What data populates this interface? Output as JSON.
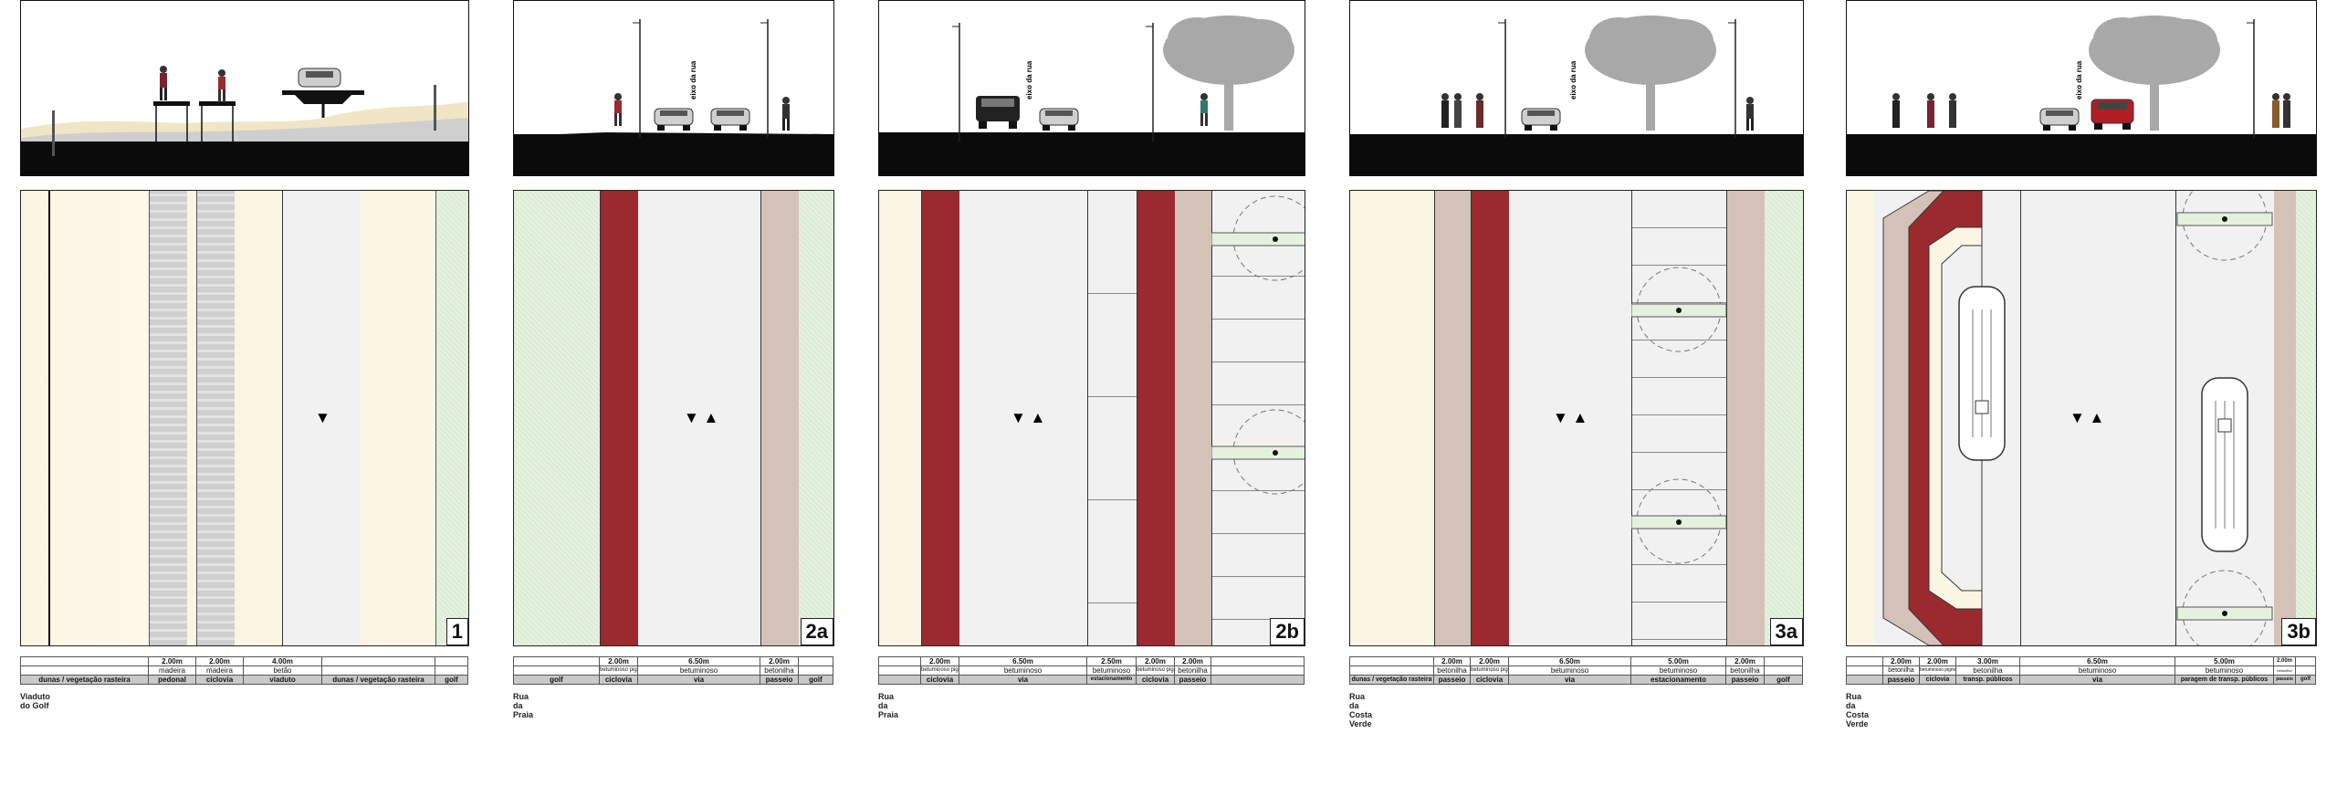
{
  "panels": [
    {
      "number": "1",
      "street": "Viaduto do Golf",
      "arrows": "▼",
      "cols": [
        {
          "w": "",
          "m": "",
          "u": "dunas / vegetação rasteira"
        },
        {
          "w": "2.00m",
          "m": "madeira",
          "u": "pedonal"
        },
        {
          "w": "2.00m",
          "m": "madeira",
          "u": "ciclovia"
        },
        {
          "w": "4.00m",
          "m": "betão",
          "u": "viaduto"
        },
        {
          "w": "",
          "m": "",
          "u": "dunas / vegetação rasteira"
        },
        {
          "w": "",
          "m": "",
          "u": "golf"
        }
      ]
    },
    {
      "number": "2a",
      "street": "Rua da Praia",
      "arrows": "▼ ▲",
      "cols": [
        {
          "w": "",
          "m": "",
          "u": "golf"
        },
        {
          "w": "2.00m",
          "m": "betuminoso pigmentado",
          "u": "ciclovia"
        },
        {
          "w": "6.50m",
          "m": "betuminoso",
          "u": "via"
        },
        {
          "w": "2.00m",
          "m": "betonilha",
          "u": "passeio"
        },
        {
          "w": "",
          "m": "",
          "u": "golf"
        }
      ]
    },
    {
      "number": "2b",
      "street": "Rua da Praia",
      "arrows": "▼ ▲",
      "cols": [
        {
          "w": "",
          "m": "",
          "u": ""
        },
        {
          "w": "2.00m",
          "m": "betuminoso pigmentado",
          "u": "ciclovia"
        },
        {
          "w": "6.50m",
          "m": "betuminoso",
          "u": "via"
        },
        {
          "w": "2.50m",
          "m": "betuminoso",
          "u": "estacionamento"
        },
        {
          "w": "2.00m",
          "m": "betuminoso pigmentado",
          "u": "ciclovia"
        },
        {
          "w": "2.00m",
          "m": "betonilha",
          "u": "passeio"
        },
        {
          "w": "",
          "m": "",
          "u": ""
        }
      ]
    },
    {
      "number": "3a",
      "street": "Rua da Costa Verde",
      "arrows": "▼ ▲",
      "cols": [
        {
          "w": "",
          "m": "",
          "u": "dunas / vegetação rasteira"
        },
        {
          "w": "2.00m",
          "m": "betonilha",
          "u": "passeio"
        },
        {
          "w": "2.00m",
          "m": "betuminoso pigmentado",
          "u": "ciclovia"
        },
        {
          "w": "6.50m",
          "m": "betuminoso",
          "u": "via"
        },
        {
          "w": "5.00m",
          "m": "betuminoso",
          "u": "estacionamento"
        },
        {
          "w": "2.00m",
          "m": "betonilha",
          "u": "passeio"
        },
        {
          "w": "",
          "m": "",
          "u": "golf"
        }
      ]
    },
    {
      "number": "3b",
      "street": "Rua da Costa Verde",
      "arrows": "▼ ▲",
      "cols": [
        {
          "w": "",
          "m": "",
          "u": ""
        },
        {
          "w": "2.00m",
          "m": "betonilha",
          "u": "passeio"
        },
        {
          "w": "2.00m",
          "m": "betuminoso pigmentado",
          "u": "ciclovia"
        },
        {
          "w": "3.00m",
          "m": "betonilha",
          "u": "transp. públicos"
        },
        {
          "w": "6.50m",
          "m": "betuminoso",
          "u": "via"
        },
        {
          "w": "5.00m",
          "m": "betuminoso",
          "u": "paragem de transp. públicos"
        },
        {
          "w": "2.00m",
          "m": "betonilha",
          "u": "passeio"
        },
        {
          "w": "",
          "m": "",
          "u": "golf"
        }
      ]
    }
  ],
  "elevation_label": "eixo da rua",
  "colors": {
    "bike_lane": "#9b2a2e",
    "sidewalk": "#d4c2b8",
    "road": "#f1f1f1",
    "dunes": "#fbf6e4",
    "golf": "#e5f1df",
    "tree": "#a8a8a8",
    "ground": "#0b0b0b"
  }
}
